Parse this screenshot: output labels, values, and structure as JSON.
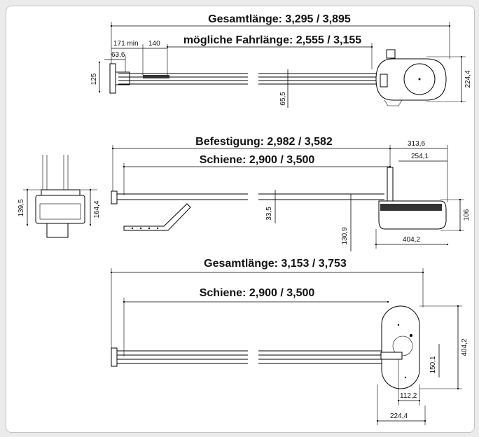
{
  "colors": {
    "frame_background": "#ebebeb",
    "drawing_background": "#ffffff",
    "line": "#000000"
  },
  "side_view": {
    "total_length": "Gesamtlänge: 3,295 / 3,895",
    "travel_length": "mögliche Fahrlänge: 2,555 / 3,155",
    "dims": {
      "d171": "171 min",
      "d140": "140",
      "d63": "63,6",
      "d125": "125",
      "d65": "65,5",
      "d224": "224,4"
    }
  },
  "mid_view": {
    "mounting": "Befestigung: 2,982 / 3,582",
    "rail": "Schiene: 2,900 / 3,500",
    "dims": {
      "d313": "313,6",
      "d254": "254,1",
      "d106": "106",
      "d33": "33,5",
      "d130": "130,9",
      "d404": "404,2"
    }
  },
  "end_view": {
    "dims": {
      "d139": "139,5",
      "d164": "164,4"
    }
  },
  "top_view": {
    "total_length": "Gesamtlänge: 3,153 / 3,753",
    "rail": "Schiene: 2,900 / 3,500",
    "dims": {
      "d404": "404,2",
      "d150": "150,1",
      "d112": "112,2",
      "d224": "224,4"
    }
  }
}
